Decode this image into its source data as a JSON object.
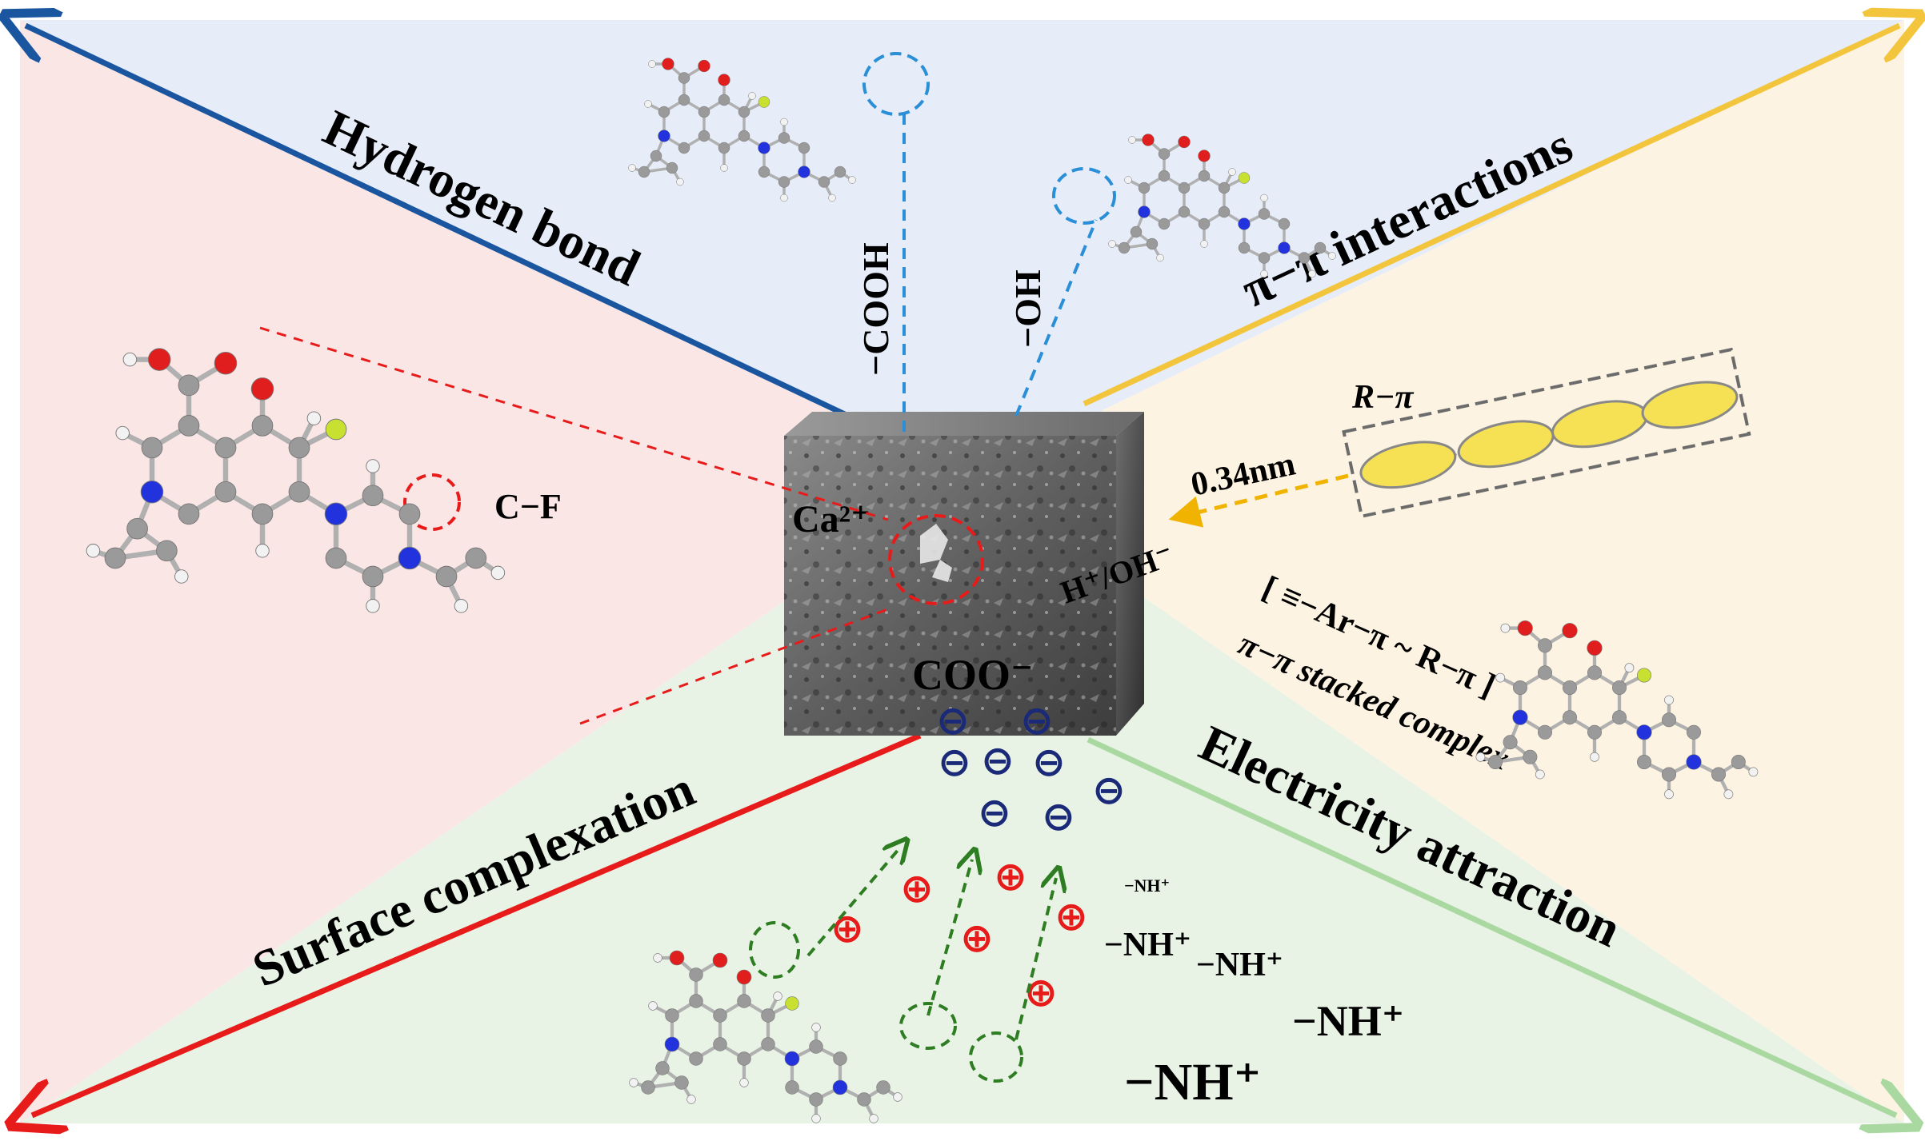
{
  "mechanisms": {
    "top_left": "Hydrogen bond",
    "top_right": "π−π interactions",
    "bottom_left": "Surface complexation",
    "bottom_right": "Electricity attraction"
  },
  "groups": {
    "cooh": "−COOH",
    "oh": "−OH",
    "cf": "C−F",
    "r_pi": "R−π",
    "distance": "0.34nm",
    "stacked_formula": "[ ≡−Ar−π ~ R−π ]",
    "stacked_label": "π−π  stacked complex"
  },
  "surface": {
    "ca": "Ca²⁺",
    "h_oh": "H⁺/OH⁻",
    "coo": "COO⁻"
  },
  "charges": {
    "negative_symbol": "⊖",
    "positive_symbol": "⊕"
  },
  "amines": [
    {
      "text": "−NH⁺",
      "size": "xs"
    },
    {
      "text": "−NH⁺",
      "size": "s"
    },
    {
      "text": "−NH⁺",
      "size": "s"
    },
    {
      "text": "−NH⁺",
      "size": "m"
    },
    {
      "text": "−NH⁺",
      "size": "l"
    }
  ],
  "colors": {
    "hydrogen_bond": "#1a55a0",
    "pi_pi": "#f2c53c",
    "surface_complexation": "#e81b1b",
    "electricity": "#a9d8a0",
    "bg_top": "#e6ecf8",
    "bg_left": "#fbe6e6",
    "bg_right": "#fdf3e2",
    "bg_bottom": "#e8f3e5"
  }
}
